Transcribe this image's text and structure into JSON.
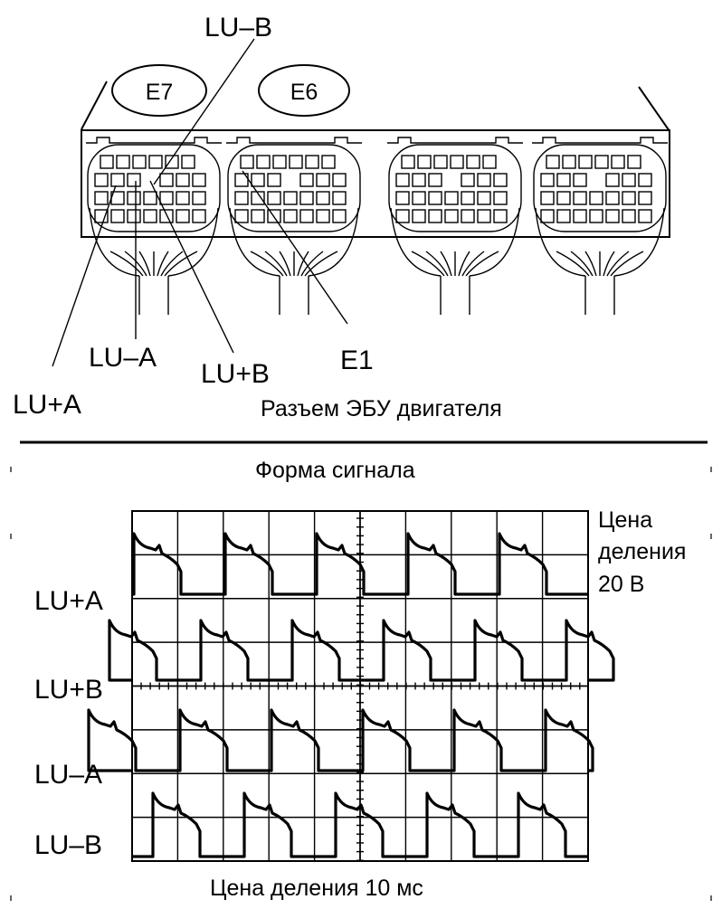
{
  "connector": {
    "ovals": [
      "E7",
      "E6"
    ],
    "pin_labels": {
      "lu_minus_b": "LU–B",
      "lu_plus_a": "LU+A",
      "lu_minus_a": "LU–A",
      "lu_plus_b": "LU+B",
      "e1": "E1"
    },
    "caption": "Разъем ЭБУ двигателя"
  },
  "scope": {
    "title": "Форма сигнала",
    "channels": [
      "LU+A",
      "LU+B",
      "LU–A",
      "LU–B"
    ],
    "voltage_scale": [
      "Цена",
      "деления",
      "20 В"
    ],
    "time_scale": "Цена деления 10 мс",
    "grid": {
      "columns": 10,
      "rows": 8
    }
  }
}
